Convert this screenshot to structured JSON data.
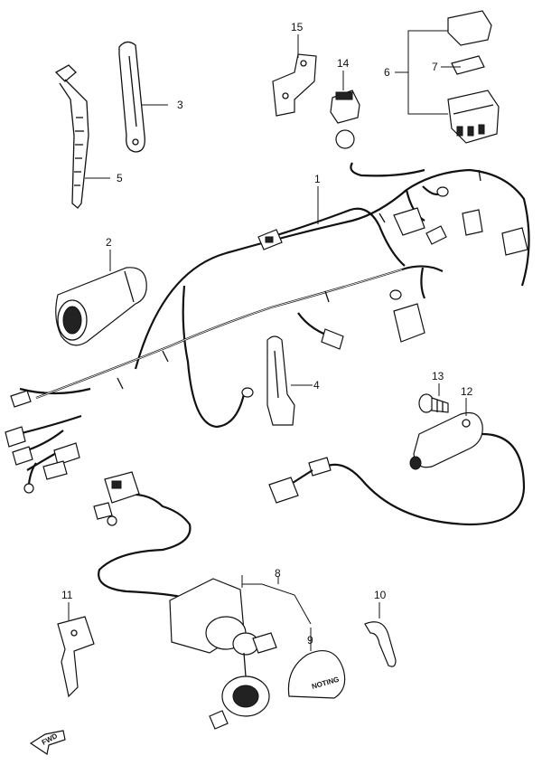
{
  "callouts": [
    {
      "id": "1",
      "label": "1"
    },
    {
      "id": "2",
      "label": "2"
    },
    {
      "id": "3",
      "label": "3"
    },
    {
      "id": "4",
      "label": "4"
    },
    {
      "id": "5",
      "label": "5"
    },
    {
      "id": "6",
      "label": "6"
    },
    {
      "id": "7",
      "label": "7"
    },
    {
      "id": "8",
      "label": "8"
    },
    {
      "id": "9",
      "label": "9"
    },
    {
      "id": "10",
      "label": "10"
    },
    {
      "id": "11",
      "label": "11"
    },
    {
      "id": "12",
      "label": "12"
    },
    {
      "id": "13",
      "label": "13"
    },
    {
      "id": "14",
      "label": "14"
    },
    {
      "id": "15",
      "label": "15"
    }
  ],
  "direction_indicator": {
    "label": "FWD"
  }
}
